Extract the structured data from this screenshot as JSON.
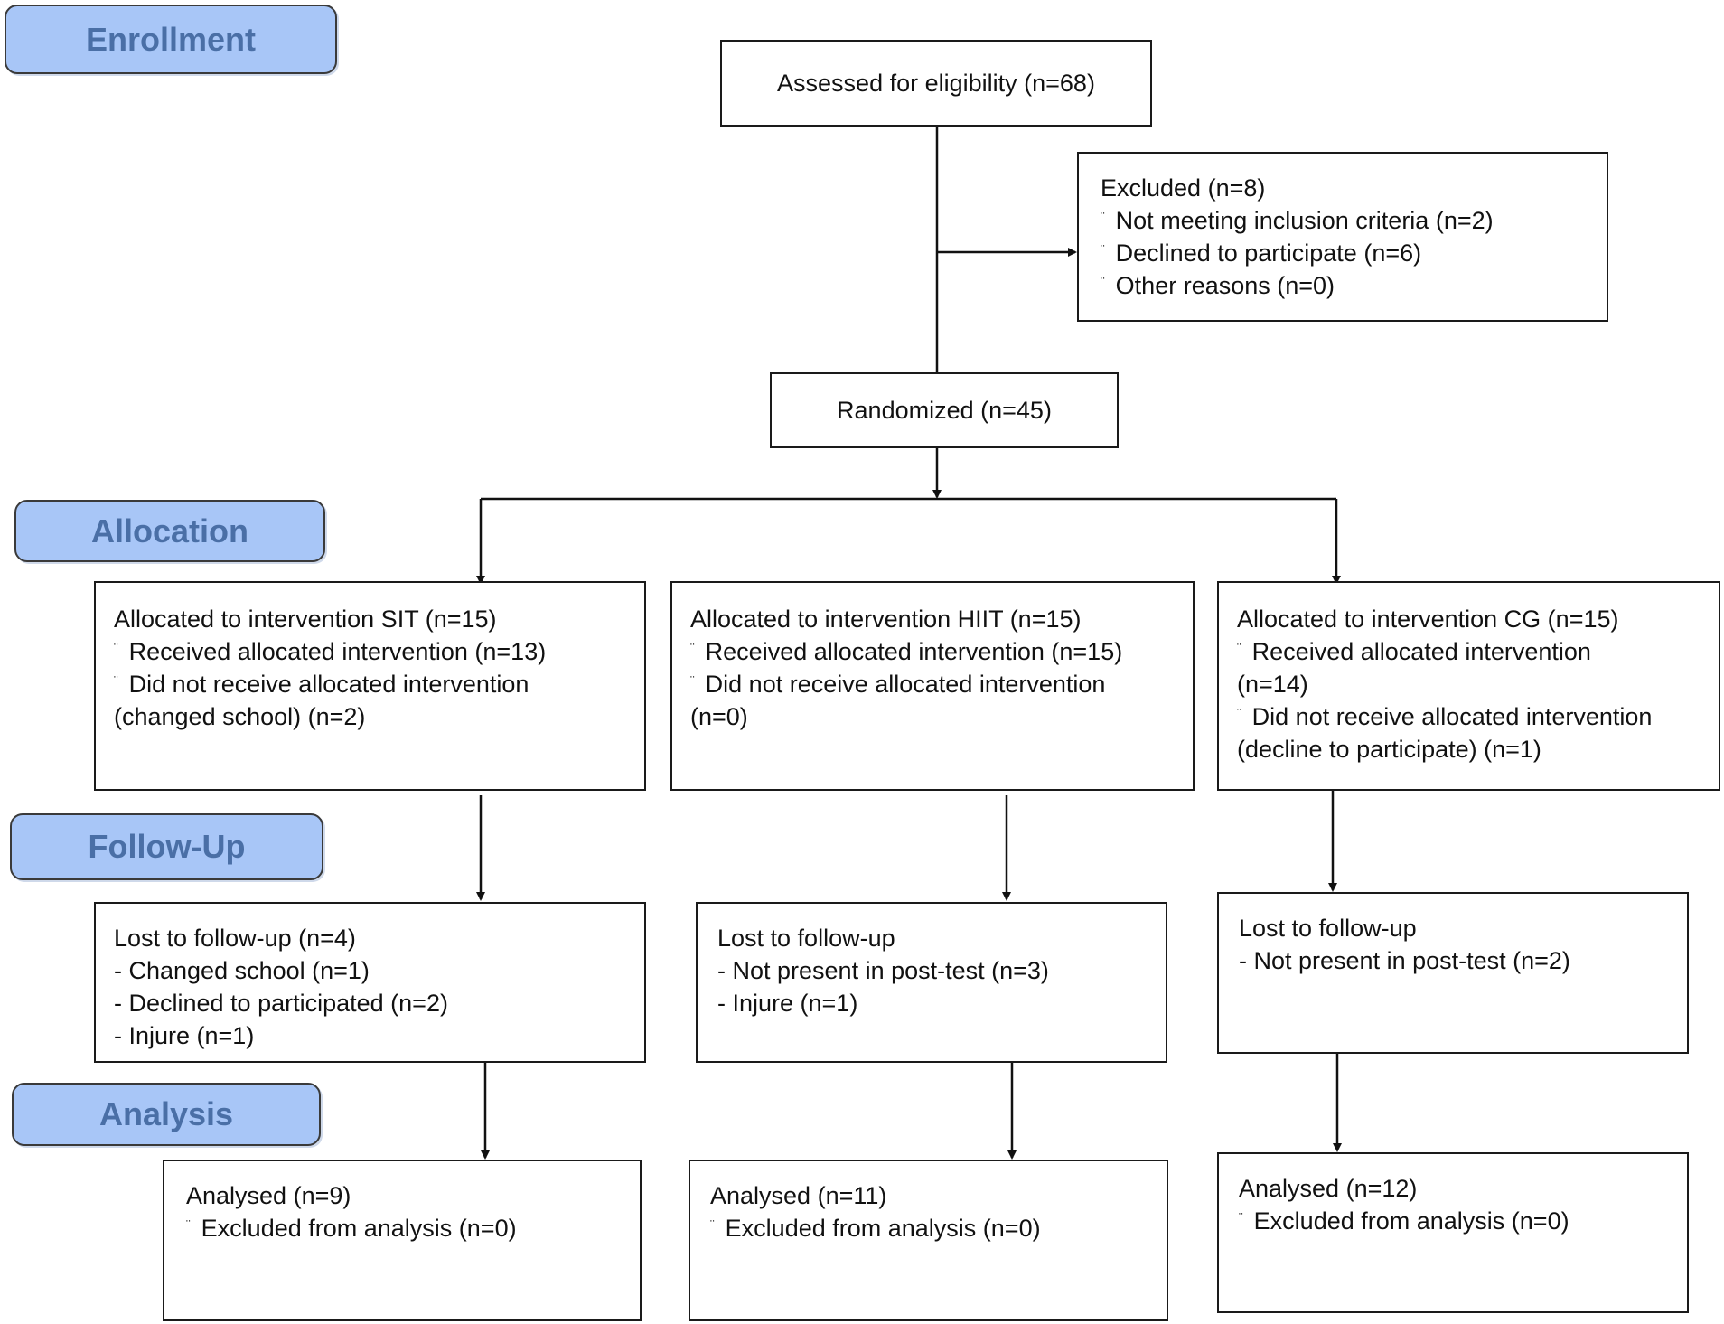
{
  "stages": {
    "enrollment": "Enrollment",
    "allocation": "Allocation",
    "follow_up": "Follow-Up",
    "analysis": "Analysis"
  },
  "assessed": "Assessed for eligibility (n=68)",
  "excluded": {
    "title": "Excluded   (n=8)",
    "bullet": "¨",
    "items": [
      "Not meeting inclusion criteria (n=2)",
      "Declined to participate (n=6)",
      "Other reasons (n=0)"
    ]
  },
  "randomized": "Randomized  (n=45)",
  "allocation": {
    "sit": {
      "title": "Allocated to intervention SIT (n=15)",
      "received": "Received allocated intervention (n=13)",
      "not_received": "Did not receive allocated intervention",
      "not_received_detail": "(changed school) (n=2)"
    },
    "hiit": {
      "title": "Allocated to intervention HIIT  (n=15)",
      "received": "Received allocated intervention (n=15)",
      "not_received": "Did not receive allocated intervention",
      "not_received_detail": "(n=0)"
    },
    "cg": {
      "title": "Allocated to intervention CG (n=15)",
      "received": "Received allocated intervention",
      "received_detail": "(n=14)",
      "not_received": "Did not receive allocated intervention",
      "not_received_detail": "(decline to participate) (n=1)"
    }
  },
  "followup": {
    "sit": {
      "title": "Lost to follow-up  (n=4)",
      "items": [
        "- Changed school (n=1)",
        "- Declined to participated (n=2)",
        "- Injure  (n=1)"
      ]
    },
    "hiit": {
      "title": "Lost to follow-up",
      "items": [
        "- Not present in post-test (n=3)",
        "- Injure  (n=1)"
      ]
    },
    "cg": {
      "title": "Lost to follow-up",
      "items": [
        "- Not present in post-test (n=2)"
      ]
    }
  },
  "analysis": {
    "sit": {
      "title": "Analysed   (n=9)",
      "excluded": "Excluded  from analysis (n=0)"
    },
    "hiit": {
      "title": "Analysed   (n=11)",
      "excluded": "Excluded  from analysis (n=0)"
    },
    "cg": {
      "title": "Analysed   (n=12)",
      "excluded": "Excluded  from analysis (n=0)"
    }
  }
}
